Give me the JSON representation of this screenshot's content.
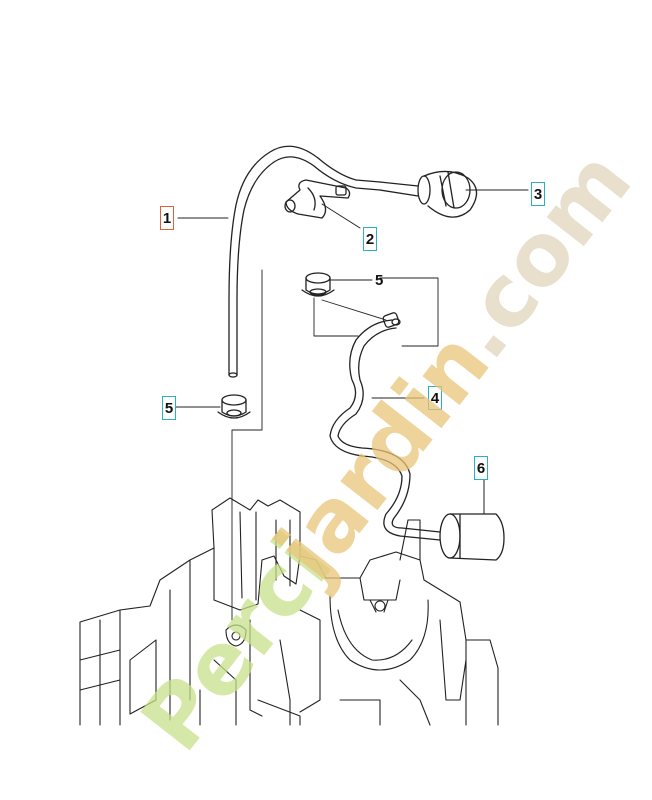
{
  "callouts": [
    {
      "id": "1",
      "label": "1",
      "style": "red-box"
    },
    {
      "id": "2",
      "label": "2",
      "style": "blue-box"
    },
    {
      "id": "3",
      "label": "3",
      "style": "blue-box"
    },
    {
      "id": "4",
      "label": "4",
      "style": "blue-box"
    },
    {
      "id": "5a",
      "label": "5",
      "style": "plain"
    },
    {
      "id": "5b",
      "label": "5",
      "style": "blue-box"
    },
    {
      "id": "6",
      "label": "6",
      "style": "blue-box"
    }
  ],
  "watermark": {
    "text_green": "Perci",
    "text_gold": "jardin",
    "text_beige": ".com",
    "colors": {
      "green": "#c8e08a",
      "gold": "#e8c47a",
      "beige": "#e2d7c0"
    }
  },
  "colors": {
    "line": "#222222",
    "callout_blue": "#2ab0c6",
    "callout_red": "#e0603a"
  }
}
